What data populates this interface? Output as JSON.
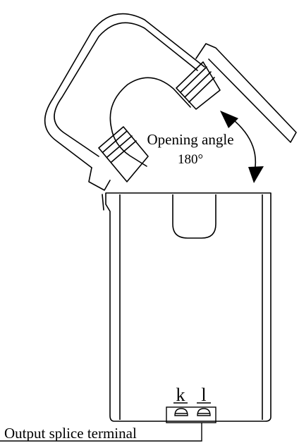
{
  "annotations": {
    "opening_angle_label": "Opening angle",
    "opening_angle_value": "180°",
    "terminal_k": "k",
    "terminal_l": "l",
    "output_label": "Output splice terminal"
  }
}
